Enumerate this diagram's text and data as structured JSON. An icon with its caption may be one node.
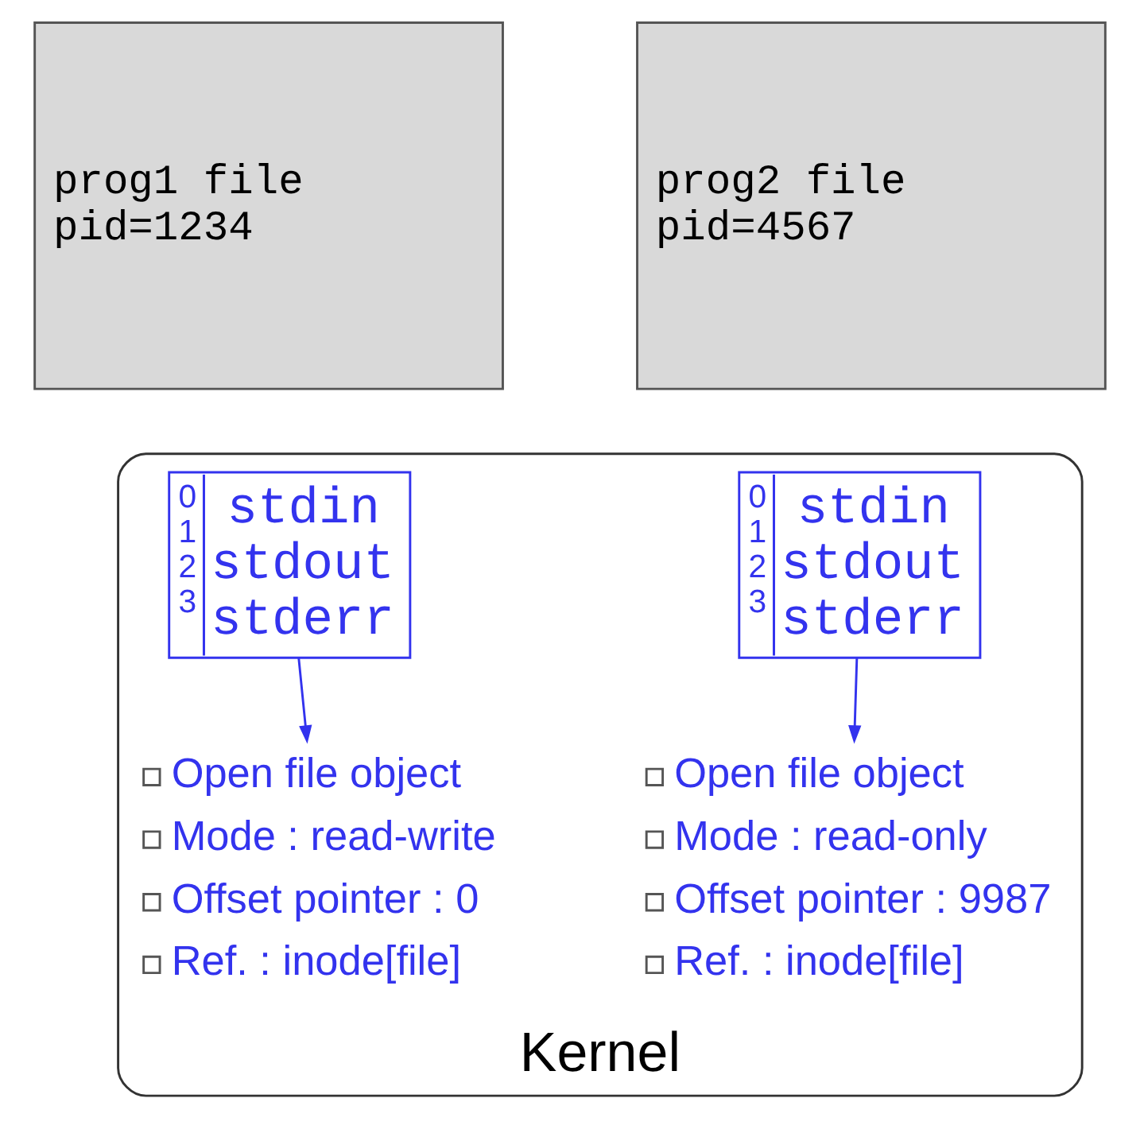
{
  "diagram": {
    "nodes": [
      {
        "text": [
          "prog1 file",
          "pid=1234"
        ]
      },
      {
        "text": [
          "prog2 file",
          "pid=4567"
        ]
      },
      {
        "text": [
          "Kernel"
        ]
      },
      {
        "text": [
          "0 1 2 3",
          "stdin stdout stderr"
        ],
        "in": 2
      },
      {
        "text": [
          "0 1 2 3",
          "stdin stdout stderr"
        ],
        "in": 2
      },
      {
        "text": [
          "Open file object",
          "Mode : read-write",
          "Offset pointer : 0",
          "Ref. : inode[file]"
        ],
        "in": 2
      },
      {
        "text": [
          "Open file object",
          "Mode : read-only",
          "Offset pointer : 9987",
          "Ref. : inode[file]"
        ],
        "in": 2
      }
    ],
    "edges": [
      {
        "from": 3,
        "to": 5,
        "arrow": "to"
      },
      {
        "from": 4,
        "to": 6,
        "arrow": "to"
      }
    ]
  }
}
